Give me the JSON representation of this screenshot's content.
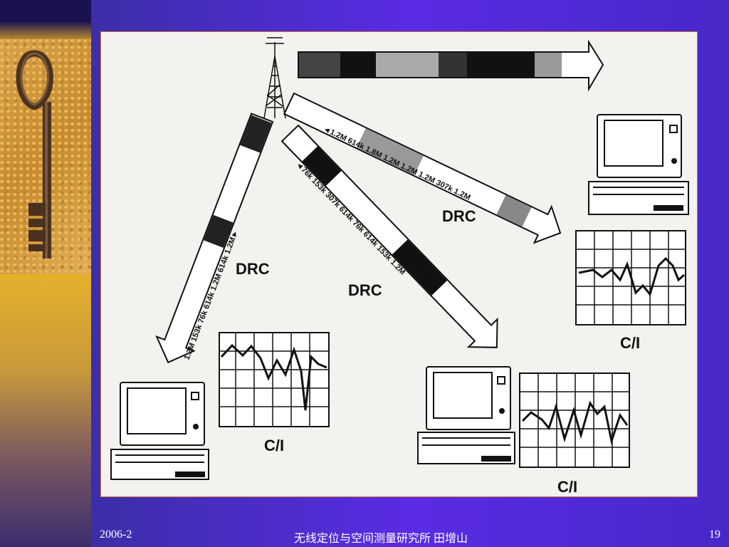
{
  "footer": {
    "date": "2006-2",
    "org": "无线定位与空间测量研究所 田增山",
    "page": "19"
  },
  "diagram": {
    "drc_labels": [
      "DRC",
      "DRC",
      "DRC"
    ],
    "ci_labels": [
      "C/I",
      "C/I",
      "C/I"
    ],
    "rates": {
      "left": "1.2M 153k 76k 614k 1.2M 614k 1.2M",
      "middle": "76k 153k 307k 614k 76k 614k 153k 1.2M",
      "right": "1.2M 614k 1.8M 1.2M 1.2M 1.2M 307k 1.2M"
    }
  },
  "colors": {
    "background": "#2a1f73",
    "panel": "#f4f2ee",
    "accent_border": "#cc7733"
  },
  "icons": [
    "tower-icon",
    "laptop-icon",
    "key-image"
  ]
}
